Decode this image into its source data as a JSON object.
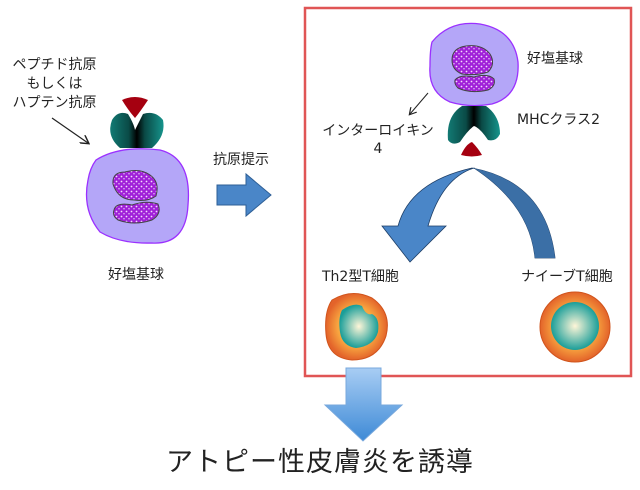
{
  "left": {
    "antigen_label_lines": [
      "ペプチド抗原",
      "もしくは",
      "ハプテン抗原"
    ],
    "basophil_label": "好塩基球"
  },
  "middle": {
    "presentation_label": "抗原提示"
  },
  "box": {
    "basophil_label": "好塩基球",
    "interleukin_label_lines": [
      "インターロイキン",
      "4"
    ],
    "mhc_label": "MHCクラス2",
    "th2_label": "Th2型T細胞",
    "naive_label": "ナイーブT細胞"
  },
  "result": "アトピー性皮膚炎を誘導",
  "colors": {
    "box_border": "#e05555",
    "cell_body": "#b4a6f8",
    "cell_border": "#9b30ff",
    "nucleus": "#a020d8",
    "mhc": "#127a74",
    "antigen": "#a50010",
    "arrow_blue": "#4a86c8",
    "tcell_outer": "#e8742a",
    "tcell_inner": "#1a9e99"
  }
}
